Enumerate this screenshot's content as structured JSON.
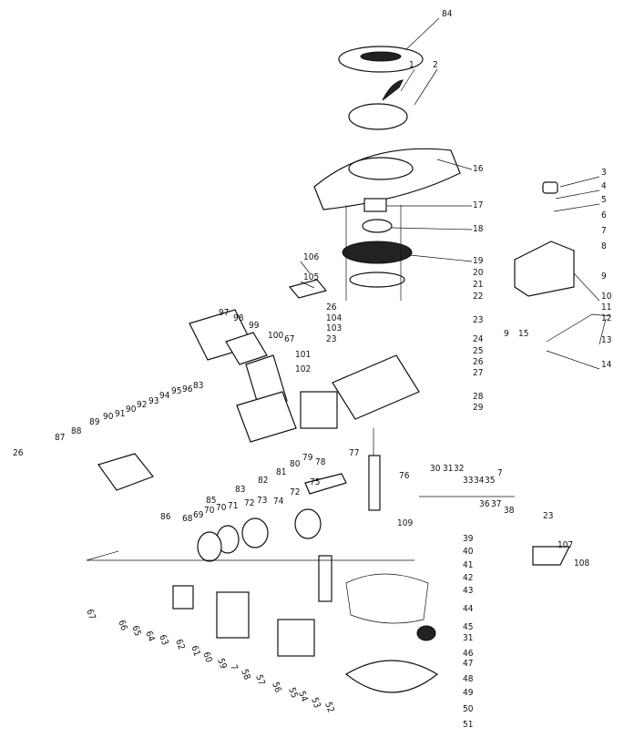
{
  "diagram": {
    "title_labels": [
      "84",
      "1",
      "2",
      "16",
      "17",
      "18",
      "19",
      "20",
      "21",
      "22",
      "23",
      "24",
      "25",
      "26",
      "27",
      "28",
      "29",
      "3",
      "4",
      "5",
      "6",
      "7",
      "8",
      "9",
      "10",
      "11",
      "12",
      "13",
      "14",
      "9",
      "15",
      "106",
      "105",
      "26",
      "104",
      "103",
      "23",
      "101",
      "102",
      "97",
      "98",
      "99",
      "100",
      "67",
      "26",
      "87",
      "88",
      "89",
      "90",
      "91",
      "90",
      "92",
      "93",
      "94",
      "95",
      "96",
      "83",
      "85",
      "86",
      "83",
      "82",
      "81",
      "80",
      "79",
      "78",
      "77",
      "76",
      "75",
      "74",
      "72",
      "73",
      "72",
      "71",
      "70",
      "70",
      "69",
      "68",
      "109",
      "30",
      "31",
      "32",
      "33",
      "34",
      "35",
      "7",
      "36",
      "37",
      "38",
      "23",
      "107",
      "108",
      "39",
      "40",
      "41",
      "42",
      "43",
      "44",
      "45",
      "31",
      "46",
      "47",
      "48",
      "49",
      "50",
      "51",
      "67",
      "66",
      "65",
      "64",
      "63",
      "62",
      "61",
      "60",
      "59",
      "7",
      "58",
      "57",
      "56",
      "55",
      "54",
      "53",
      "52"
    ]
  }
}
